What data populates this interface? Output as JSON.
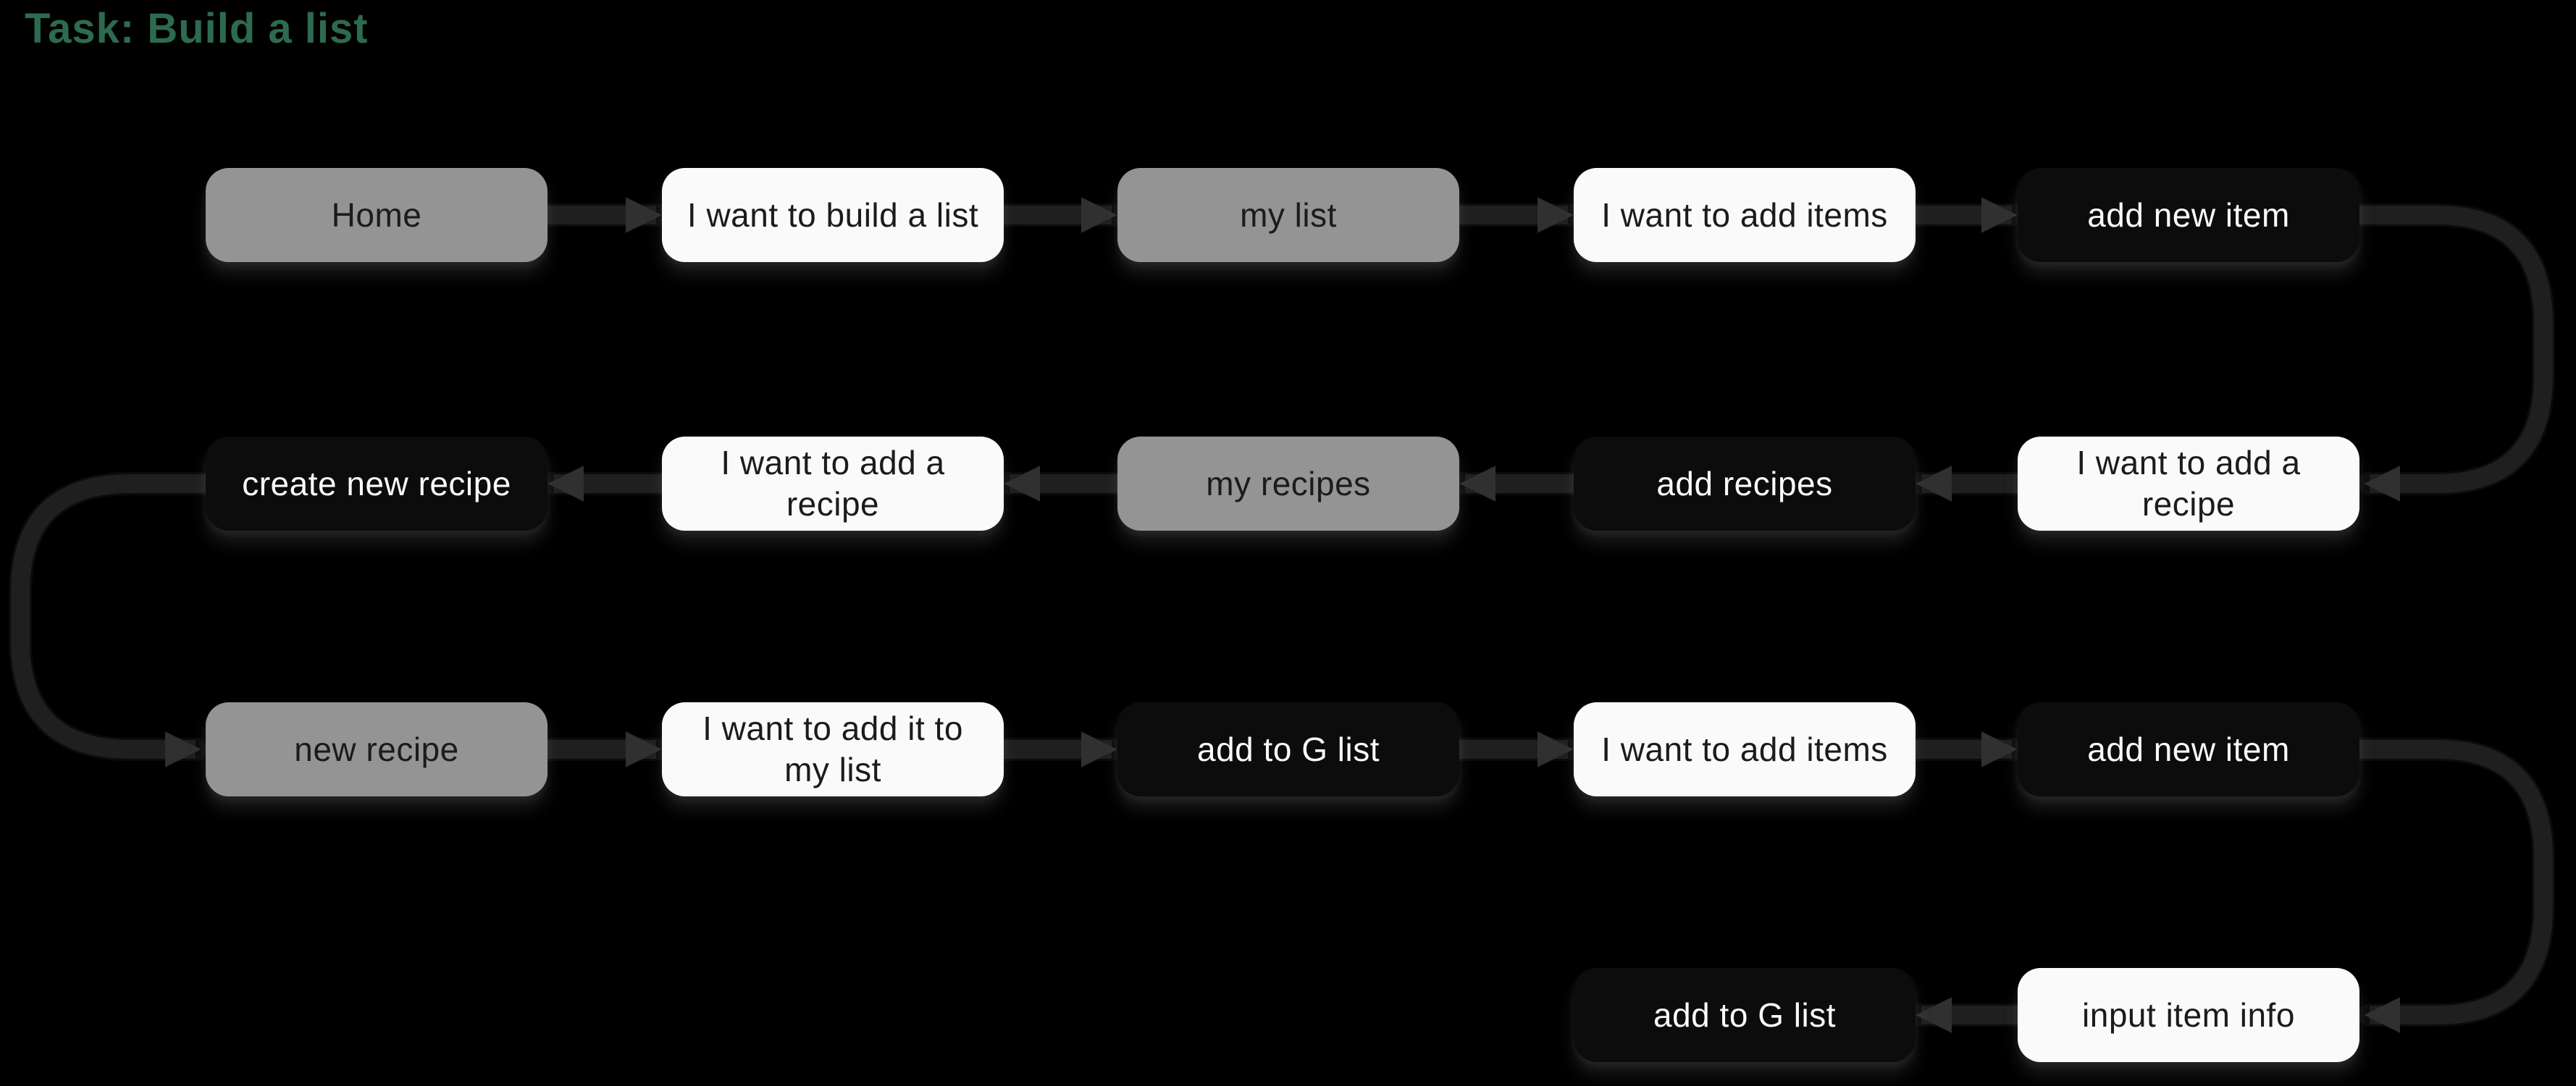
{
  "title": {
    "text": "Task: Build a list"
  },
  "colors": {
    "background": "#000000",
    "title_green": "#2D6B50",
    "screen_fill": "#949494",
    "intent_fill": "#FAFAFA",
    "action_fill": "#0C0C0C",
    "dark_text": "#1B1B1B",
    "light_text": "#FAFAFA",
    "connector": "#1F1F1F",
    "connector_halo": "#303030",
    "arrowhead": "#303030"
  },
  "diagram": {
    "nodes": [
      {
        "id": "home",
        "label": "Home",
        "kind": "screen",
        "row": 0,
        "col": 0
      },
      {
        "id": "intent-build-list",
        "label": "I want to build a list",
        "kind": "intent",
        "row": 0,
        "col": 1
      },
      {
        "id": "my-list",
        "label": "my list",
        "kind": "screen",
        "row": 0,
        "col": 2
      },
      {
        "id": "intent-add-items-1",
        "label": "I want to add items",
        "kind": "intent",
        "row": 0,
        "col": 3
      },
      {
        "id": "add-new-item-1",
        "label": "add new item",
        "kind": "action",
        "row": 0,
        "col": 4
      },
      {
        "id": "create-new-recipe",
        "label": "create new recipe",
        "kind": "action",
        "row": 1,
        "col": 0
      },
      {
        "id": "intent-add-recipe-l",
        "label": "I want to add a recipe",
        "kind": "intent",
        "row": 1,
        "col": 1
      },
      {
        "id": "my-recipes",
        "label": "my recipes",
        "kind": "screen",
        "row": 1,
        "col": 2
      },
      {
        "id": "add-recipes",
        "label": "add recipes",
        "kind": "action",
        "row": 1,
        "col": 3
      },
      {
        "id": "intent-add-recipe-r",
        "label": "I want to add a recipe",
        "kind": "intent",
        "row": 1,
        "col": 4
      },
      {
        "id": "new-recipe",
        "label": "new recipe",
        "kind": "screen",
        "row": 2,
        "col": 0
      },
      {
        "id": "intent-add-to-list",
        "label": "I want to add it to my list",
        "kind": "intent",
        "row": 2,
        "col": 1
      },
      {
        "id": "add-to-g-list-1",
        "label": "add to G list",
        "kind": "action",
        "row": 2,
        "col": 2
      },
      {
        "id": "intent-add-items-2",
        "label": "I want to add items",
        "kind": "intent",
        "row": 2,
        "col": 3
      },
      {
        "id": "add-new-item-2",
        "label": "add new item",
        "kind": "action",
        "row": 2,
        "col": 4
      },
      {
        "id": "add-to-g-list-2",
        "label": "add to G list",
        "kind": "action",
        "row": 3,
        "col": 3
      },
      {
        "id": "input-item-info",
        "label": "input item info",
        "kind": "intent",
        "row": 3,
        "col": 4
      }
    ],
    "edges": [
      {
        "from": "home",
        "to": "intent-build-list",
        "route": "h"
      },
      {
        "from": "intent-build-list",
        "to": "my-list",
        "route": "h"
      },
      {
        "from": "my-list",
        "to": "intent-add-items-1",
        "route": "h"
      },
      {
        "from": "intent-add-items-1",
        "to": "add-new-item-1",
        "route": "h"
      },
      {
        "from": "add-new-item-1",
        "to": "intent-add-recipe-r",
        "route": "curve-right"
      },
      {
        "from": "intent-add-recipe-r",
        "to": "add-recipes",
        "route": "h"
      },
      {
        "from": "add-recipes",
        "to": "my-recipes",
        "route": "h"
      },
      {
        "from": "my-recipes",
        "to": "intent-add-recipe-l",
        "route": "h"
      },
      {
        "from": "intent-add-recipe-l",
        "to": "create-new-recipe",
        "route": "h"
      },
      {
        "from": "create-new-recipe",
        "to": "new-recipe",
        "route": "curve-left"
      },
      {
        "from": "new-recipe",
        "to": "intent-add-to-list",
        "route": "h"
      },
      {
        "from": "intent-add-to-list",
        "to": "add-to-g-list-1",
        "route": "h"
      },
      {
        "from": "add-to-g-list-1",
        "to": "intent-add-items-2",
        "route": "h"
      },
      {
        "from": "intent-add-items-2",
        "to": "add-new-item-2",
        "route": "h"
      },
      {
        "from": "add-new-item-2",
        "to": "input-item-info",
        "route": "curve-right"
      },
      {
        "from": "input-item-info",
        "to": "add-to-g-list-2",
        "route": "h"
      }
    ]
  }
}
